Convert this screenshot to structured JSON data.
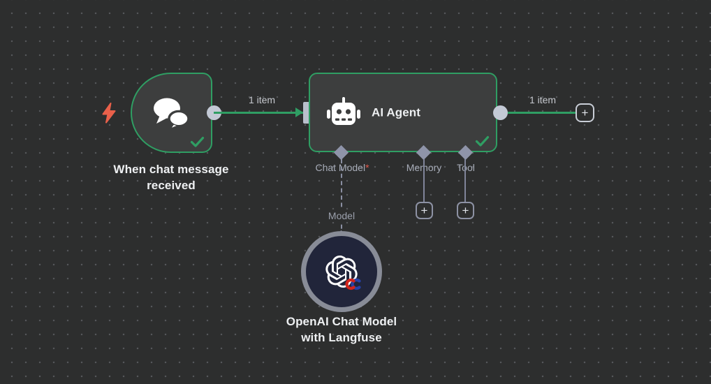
{
  "canvas": {
    "background": "#2d2e2e",
    "dot_color": "#55575a",
    "connection_green": "#2f9e63",
    "connector_gray": "#c3c9d5",
    "diamond_gray": "#8f94a9",
    "trigger_bolt_color": "#e9604a"
  },
  "trigger_node": {
    "title": "When chat message received",
    "icon": "chat-bubbles-icon",
    "status": "success-check"
  },
  "agent_node": {
    "title": "AI Agent",
    "icon": "robot-icon",
    "status": "success-check",
    "sub_inputs": [
      {
        "label": "Chat Model",
        "required_marker": "*"
      },
      {
        "label": "Memory",
        "required_marker": ""
      },
      {
        "label": "Tool",
        "required_marker": ""
      }
    ]
  },
  "model_node": {
    "title_line1": "OpenAI Chat Model",
    "title_line2": "with Langfuse",
    "icon": "openai-logo-with-langfuse",
    "connection_label": "Model"
  },
  "connections": {
    "trigger_to_agent_label": "1 item",
    "agent_output_label": "1 item"
  },
  "ui": {
    "plus_label": "+"
  }
}
